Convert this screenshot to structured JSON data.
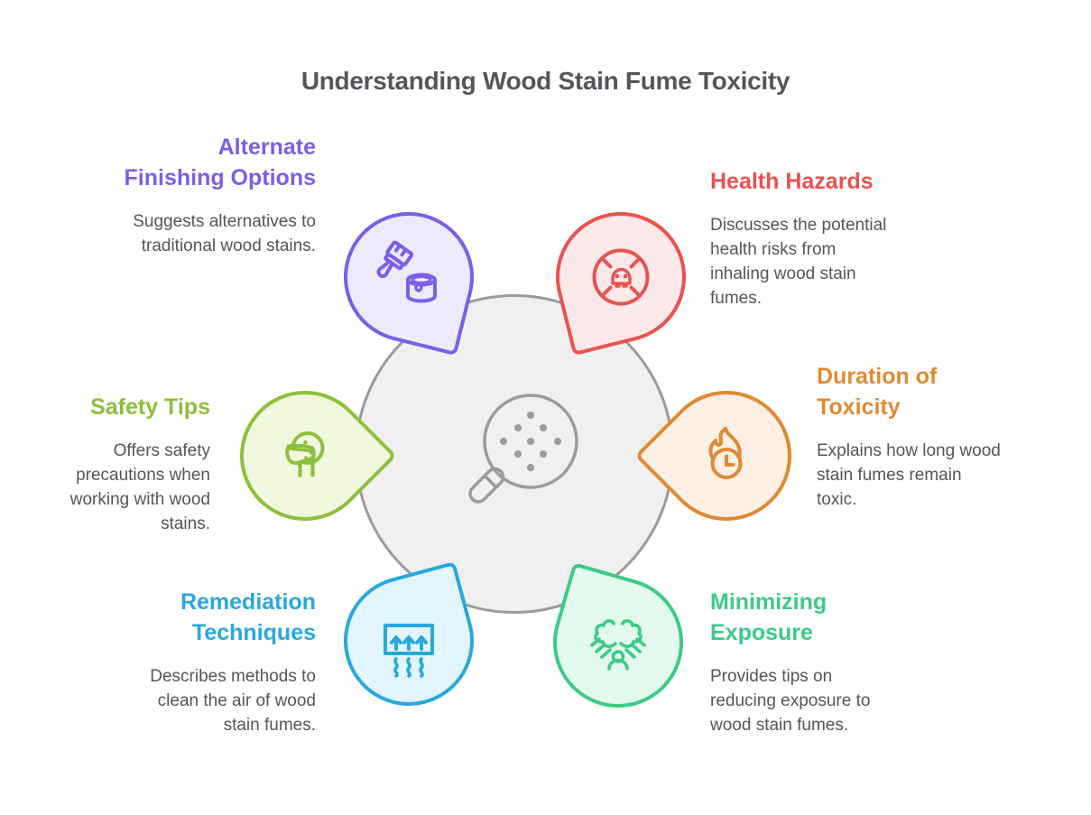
{
  "title": "Understanding Wood Stain Fume Toxicity",
  "center": {
    "icon": "magnifier-particles-icon",
    "fill": "#F0F0F1",
    "stroke": "#9B9B9B"
  },
  "text_color": "#55565A",
  "sections": [
    {
      "id": "alternate-finishing-options",
      "title": "Alternate\nFinishing Options",
      "description": "Suggests alternatives to\ntraditional wood stains.",
      "accent": "#7B5FE8",
      "fill": "#ECEAFB",
      "icon": "paintbrush-paint-can-icon",
      "position": "top-left"
    },
    {
      "id": "health-hazards",
      "title": "Health Hazards",
      "description": "Discusses the potential\nhealth risks from\ninhaling wood stain\nfumes.",
      "accent": "#E8534E",
      "fill": "#FBE9E9",
      "icon": "toxic-skull-icon",
      "position": "top-right"
    },
    {
      "id": "duration-of-toxicity",
      "title": "Duration of\nToxicity",
      "description": "Explains how long wood\nstain fumes remain\ntoxic.",
      "accent": "#DF8A35",
      "fill": "#FCF0E4",
      "icon": "flame-clock-icon",
      "position": "right"
    },
    {
      "id": "minimizing-exposure",
      "title": "Minimizing\nExposure",
      "description": "Provides tips on\nreducing exposure to\nwood stain fumes.",
      "accent": "#3CCB86",
      "fill": "#E3F9EE",
      "icon": "person-fumes-icon",
      "position": "bottom-right"
    },
    {
      "id": "remediation-techniques",
      "title": "Remediation\nTechniques",
      "description": "Describes methods to\nclean the air of wood\nstain fumes.",
      "accent": "#29A8DC",
      "fill": "#E2F4FC",
      "icon": "ventilation-arrows-icon",
      "position": "bottom-left"
    },
    {
      "id": "safety-tips",
      "title": "Safety Tips",
      "description": "Offers safety\nprecautions when\nworking with wood\nstains.",
      "accent": "#8CBF3B",
      "fill": "#F1F8DE",
      "icon": "face-mask-icon",
      "position": "left"
    }
  ]
}
